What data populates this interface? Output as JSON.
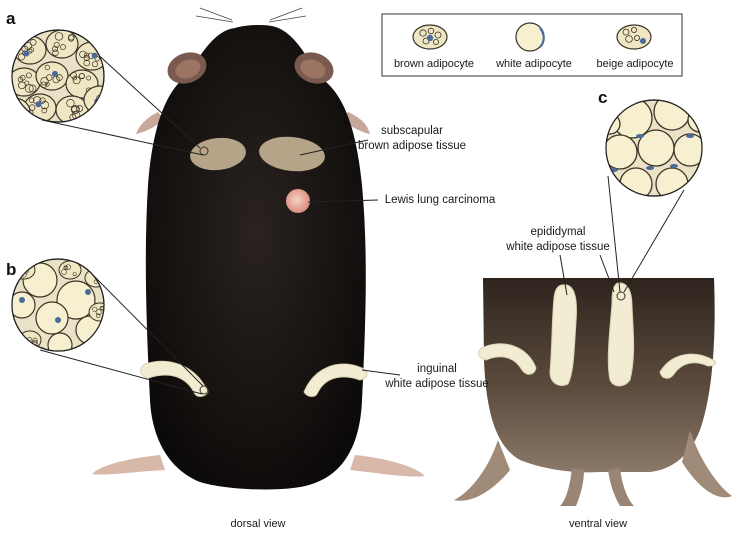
{
  "panels": {
    "a": "a",
    "b": "b",
    "c": "c"
  },
  "legend": {
    "items": [
      {
        "label": "brown adipocyte",
        "icon": "brown-adipocyte-icon"
      },
      {
        "label": "white adipocyte",
        "icon": "white-adipocyte-icon"
      },
      {
        "label": "beige adipocyte",
        "icon": "beige-adipocyte-icon"
      }
    ]
  },
  "labels": {
    "subscapular_line1": "subscapular",
    "subscapular_line2": "brown adipose tissue",
    "lewis": "Lewis lung carcinoma",
    "epididymal_line1": "epididymal",
    "epididymal_line2": "white adipose tissue",
    "inguinal_line1": "inguinal",
    "inguinal_line2": "white adipose tissue"
  },
  "views": {
    "dorsal": "dorsal view",
    "ventral": "ventral view"
  },
  "colors": {
    "fur": "#141110",
    "ventral_fur": "#3a2e26",
    "brown_fat": "#b5a488",
    "white_fat": "#f1ecd2",
    "tumor": "#e8a79a",
    "cell_outline": "#3c3326",
    "nucleus_blue": "#4a6a9a"
  }
}
